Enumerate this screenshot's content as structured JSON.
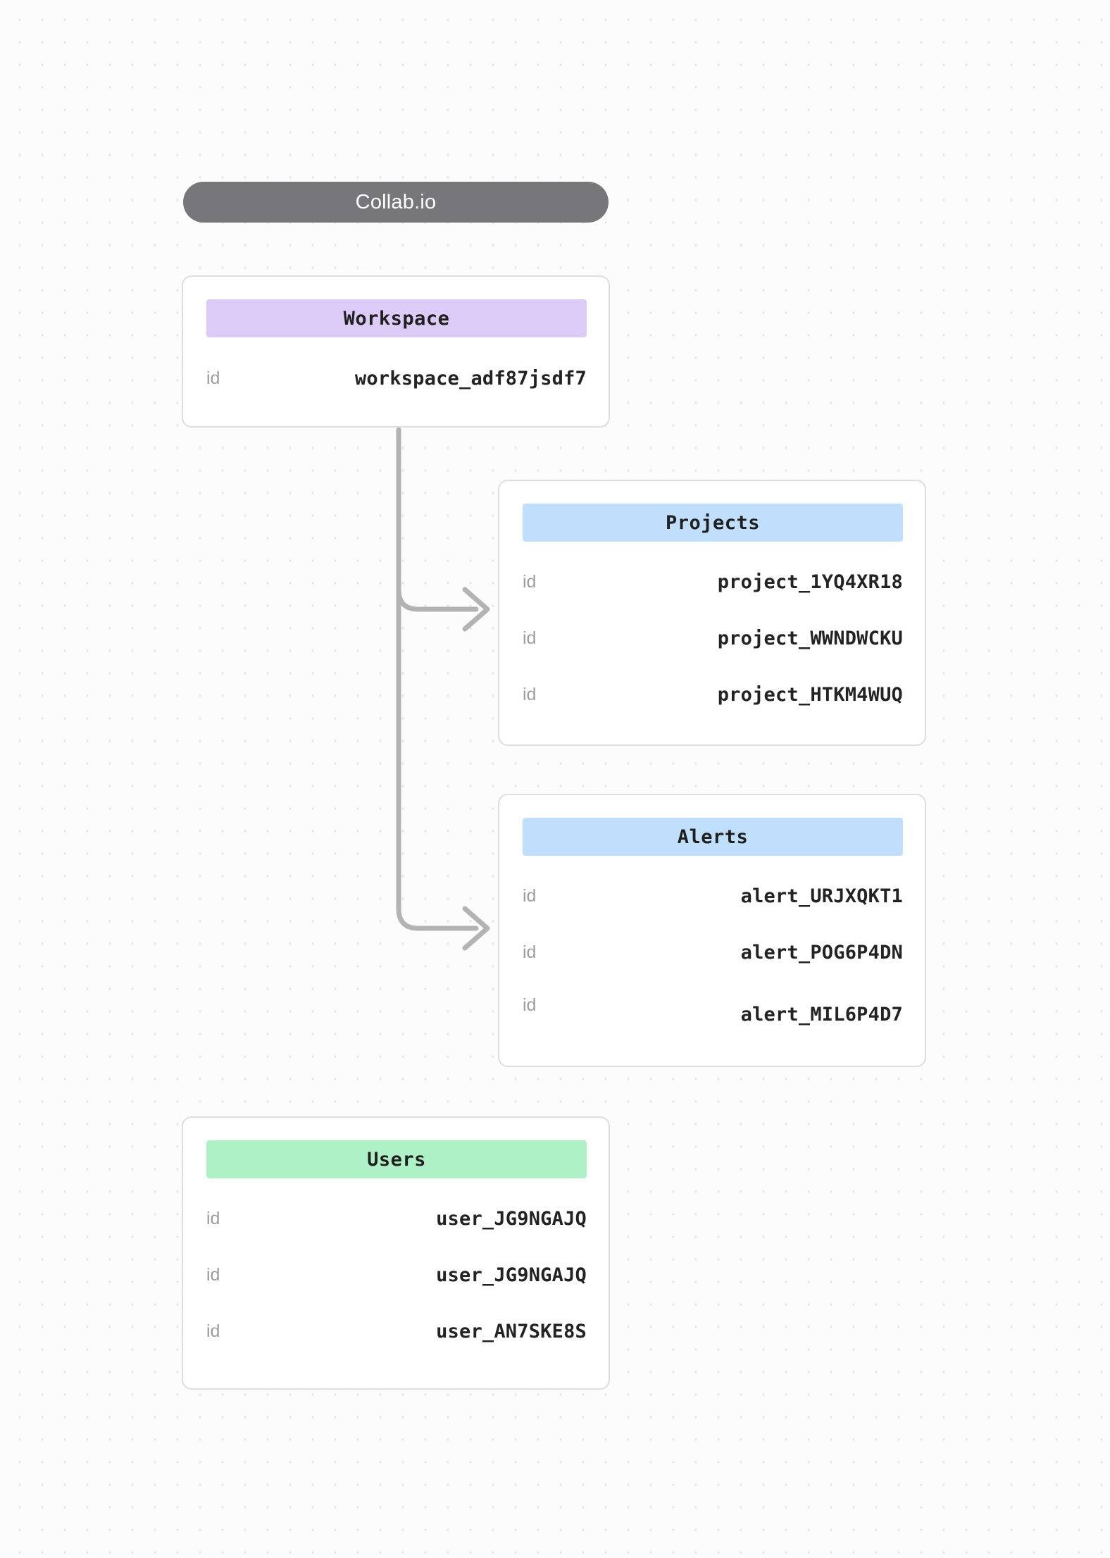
{
  "title": {
    "label": "Collab.io"
  },
  "palette": {
    "background": "#fcfcfc",
    "dot_grid": "#e2e2e2",
    "title_pill": "#77767b",
    "title_text": "#ffffff",
    "card_border": "#dedede",
    "card_background": "#ffffff",
    "header_purple": "#ddcbf7",
    "header_blue": "#bfdffc",
    "header_green": "#aff1c6",
    "row_key": "#9d9d9d",
    "row_value": "#232323",
    "connector": "#b3b3b3"
  },
  "cards": [
    {
      "id": "workspace",
      "title": "Workspace",
      "accent": "#ddcbf7",
      "rows": [
        {
          "key": "id",
          "value": "workspace_adf87jsdf7"
        }
      ]
    },
    {
      "id": "projects",
      "title": "Projects",
      "accent": "#bfdffc",
      "rows": [
        {
          "key": "id",
          "value": "project_1YQ4XR18"
        },
        {
          "key": "id",
          "value": "project_WWNDWCKU"
        },
        {
          "key": "id",
          "value": "project_HTKM4WUQ"
        }
      ]
    },
    {
      "id": "alerts",
      "title": "Alerts",
      "accent": "#bfdffc",
      "rows": [
        {
          "key": "id",
          "value": "alert_URJXQKT1"
        },
        {
          "key": "id",
          "value": "alert_POG6P4DN"
        },
        {
          "key": "id",
          "value": "alert_MIL6P4D7"
        }
      ]
    },
    {
      "id": "users",
      "title": "Users",
      "accent": "#aff1c6",
      "rows": [
        {
          "key": "id",
          "value": "user_JG9NGAJQ"
        },
        {
          "key": "id",
          "value": "user_JG9NGAJQ"
        },
        {
          "key": "id",
          "value": "user_AN7SKE8S"
        }
      ]
    }
  ],
  "connectors": [
    {
      "from": "workspace",
      "to": "projects"
    },
    {
      "from": "workspace",
      "to": "alerts"
    }
  ]
}
